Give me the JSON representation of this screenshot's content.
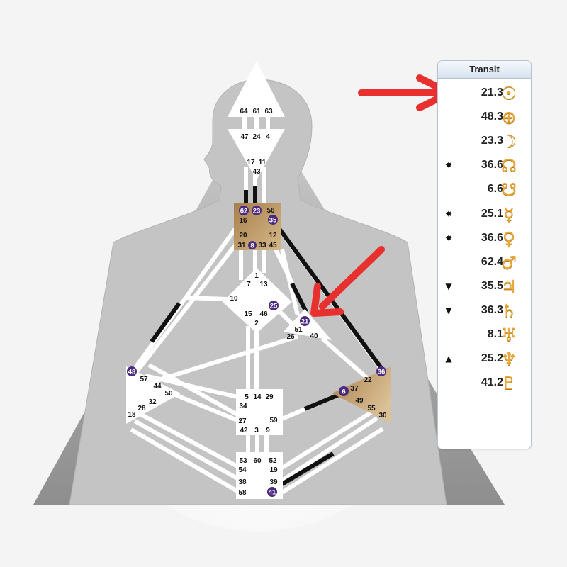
{
  "panel": {
    "title": "Transit",
    "rows": [
      {
        "marker": "",
        "value": "21.3",
        "planet": "sun-icon",
        "glyph": "☉"
      },
      {
        "marker": "",
        "value": "48.3",
        "planet": "earth-icon",
        "glyph": "⊕"
      },
      {
        "marker": "",
        "value": "23.3",
        "planet": "moon-icon",
        "glyph": "☽"
      },
      {
        "marker": "✸",
        "value": "36.6",
        "planet": "north-node-icon",
        "glyph": "☊"
      },
      {
        "marker": "",
        "value": "6.6",
        "planet": "south-node-icon",
        "glyph": "☋"
      },
      {
        "marker": "✸",
        "value": "25.1",
        "planet": "mercury-icon",
        "glyph": "☿"
      },
      {
        "marker": "✸",
        "value": "36.6",
        "planet": "venus-icon",
        "glyph": "♀"
      },
      {
        "marker": "",
        "value": "62.4",
        "planet": "mars-icon",
        "glyph": "♂"
      },
      {
        "marker": "▼",
        "value": "35.5",
        "planet": "jupiter-icon",
        "glyph": "♃"
      },
      {
        "marker": "▼",
        "value": "36.3",
        "planet": "saturn-icon",
        "glyph": "♄"
      },
      {
        "marker": "",
        "value": "8.1",
        "planet": "uranus-icon",
        "glyph": "♅"
      },
      {
        "marker": "▲",
        "value": "25.2",
        "planet": "neptune-icon",
        "glyph": "♆"
      },
      {
        "marker": "",
        "value": "41.2",
        "planet": "pluto-icon",
        "glyph": "♇"
      }
    ]
  },
  "gates": {
    "head": [
      "64",
      "61",
      "63"
    ],
    "ajna": [
      "47",
      "24",
      "4",
      "17",
      "11",
      "43"
    ],
    "throat": [
      "62",
      "23",
      "56",
      "16",
      "35",
      "20",
      "12",
      "31",
      "8",
      "33",
      "45"
    ],
    "g": [
      "1",
      "7",
      "13",
      "10",
      "25",
      "15",
      "46",
      "2"
    ],
    "heart": [
      "21",
      "51",
      "26",
      "40"
    ],
    "spleen": [
      "48",
      "57",
      "44",
      "50",
      "32",
      "28",
      "18"
    ],
    "solar_plexus": [
      "36",
      "22",
      "37",
      "6",
      "49",
      "55",
      "30"
    ],
    "sacral": [
      "5",
      "14",
      "29",
      "34",
      "27",
      "59",
      "42",
      "3",
      "9"
    ],
    "root": [
      "53",
      "60",
      "52",
      "54",
      "19",
      "38",
      "39",
      "58",
      "41"
    ]
  },
  "colors": {
    "arrow": "#e8302e",
    "activated_gate": "#4b2a7f",
    "defined_center": "#b8965e",
    "background_triangle": "#9c9c9c",
    "silhouette": "#c2c2c2",
    "glyph": "#e8a93c"
  }
}
